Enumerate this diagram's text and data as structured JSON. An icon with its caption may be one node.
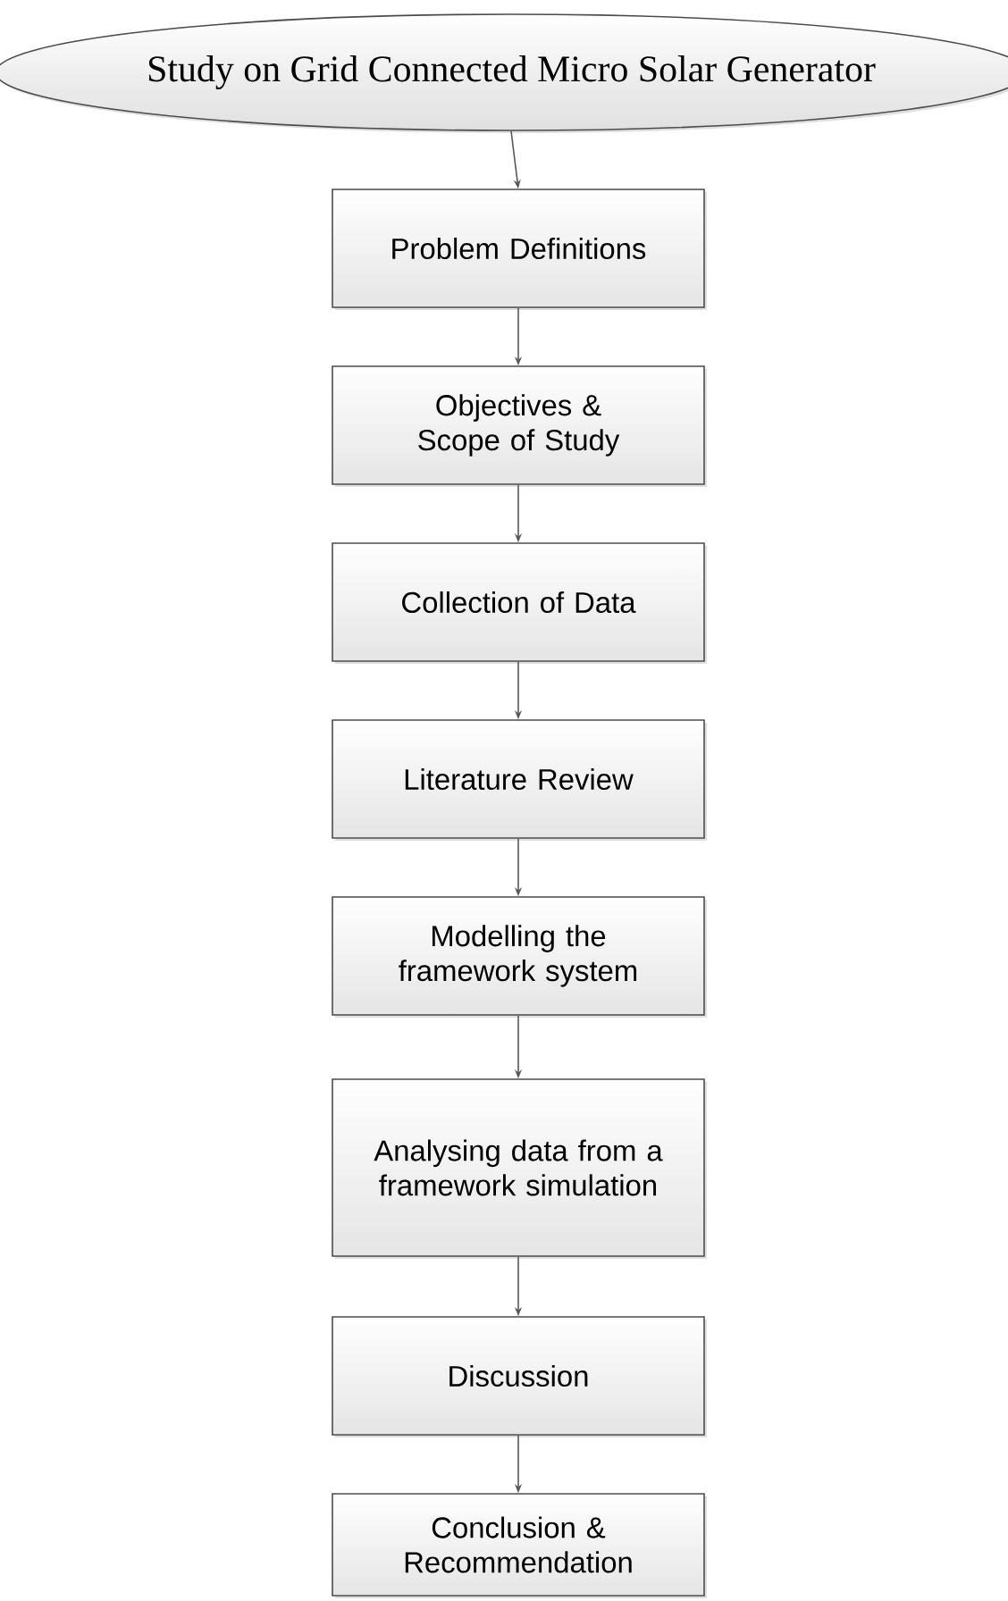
{
  "diagram": {
    "nodes": [
      {
        "text": [
          "Study on Grid Connected Micro Solar Generator"
        ]
      },
      {
        "text": [
          "Problem Definitions"
        ]
      },
      {
        "text": [
          "Objectives & Scope of Study"
        ]
      },
      {
        "text": [
          "Collection of Data"
        ]
      },
      {
        "text": [
          "Literature Review"
        ]
      },
      {
        "text": [
          "Modelling the framework system"
        ]
      },
      {
        "text": [
          "Analysing data from a framework simulation"
        ]
      },
      {
        "text": [
          "Discussion"
        ]
      },
      {
        "text": [
          "Conclusion & Recommendation"
        ]
      }
    ],
    "edges": [
      {
        "from": 0,
        "to": 1,
        "arrow": "to"
      },
      {
        "from": 1,
        "to": 2,
        "arrow": "to"
      },
      {
        "from": 2,
        "to": 3,
        "arrow": "to"
      },
      {
        "from": 3,
        "to": 4,
        "arrow": "to"
      },
      {
        "from": 4,
        "to": 5,
        "arrow": "to"
      },
      {
        "from": 5,
        "to": 6,
        "arrow": "to"
      },
      {
        "from": 6,
        "to": 7,
        "arrow": "to"
      },
      {
        "from": 7,
        "to": 8,
        "arrow": "to"
      }
    ]
  }
}
